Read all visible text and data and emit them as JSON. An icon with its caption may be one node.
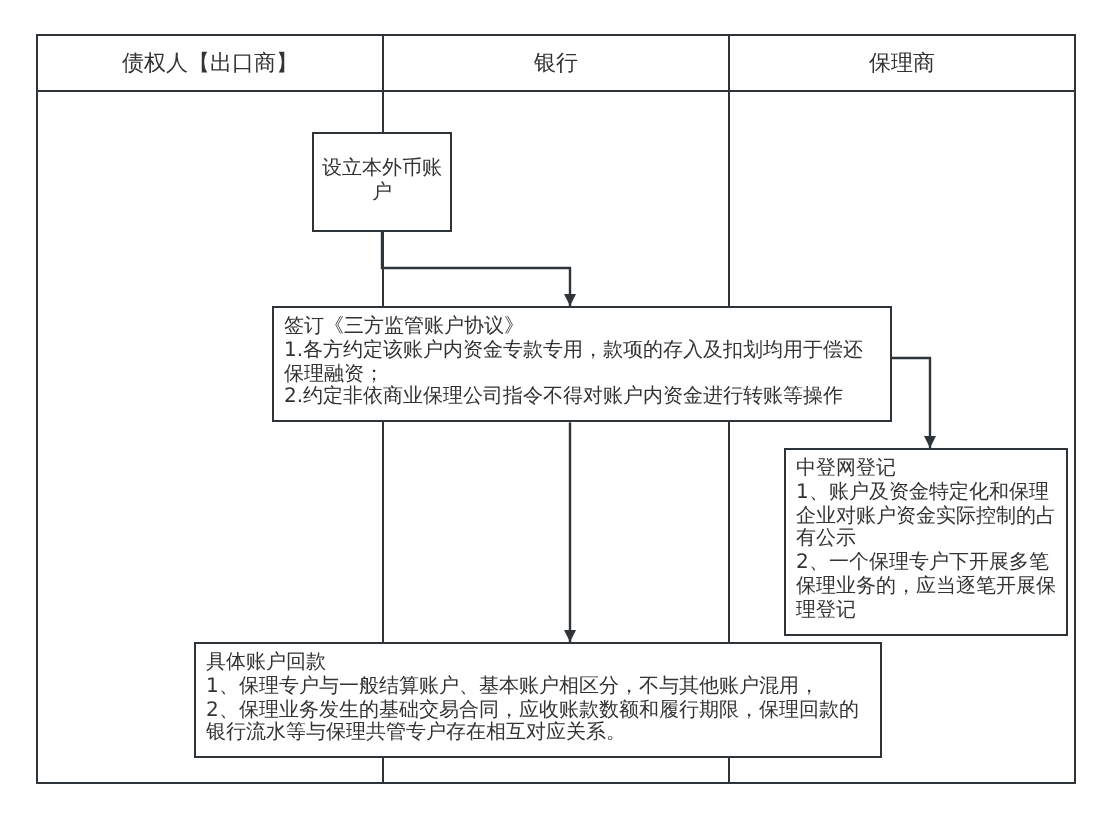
{
  "diagram": {
    "nodes": [
      {
        "text": [
          "债权人【出口商】"
        ]
      },
      {
        "text": [
          "银行"
        ]
      },
      {
        "text": [
          "保理商"
        ]
      },
      {
        "text": [
          "设立本外币账户"
        ]
      },
      {
        "text": [
          "签订《三方监管账户协议》",
          "1.各方约定该账户内资金专款专用，款项的存入及扣划均用于偿还保理融资；",
          "2.约定非依商业保理公司指令不得对账户内资金进行转账等操作"
        ]
      },
      {
        "text": [
          "中登网登记",
          "1、账户及资金特定化和保理企业对账户资金实际控制的占有公示",
          "2、一个保理专户下开展多笔保理业务的，应当逐笔开展保理登记"
        ]
      },
      {
        "text": [
          "具体账户回款",
          "1、保理专户与一般结算账户、基本账户相区分，不与其他账户混用，",
          "2、保理业务发生的基础交易合同，应收账款数额和履行期限，保理回款的银行流水等与保理共管专户存在相互对应关系。"
        ]
      }
    ],
    "edges": [
      {
        "from": 3,
        "to": 4,
        "arrow": "to"
      },
      {
        "from": 4,
        "to": 6,
        "arrow": "to"
      },
      {
        "from": 4,
        "to": 5,
        "arrow": "to"
      }
    ]
  }
}
